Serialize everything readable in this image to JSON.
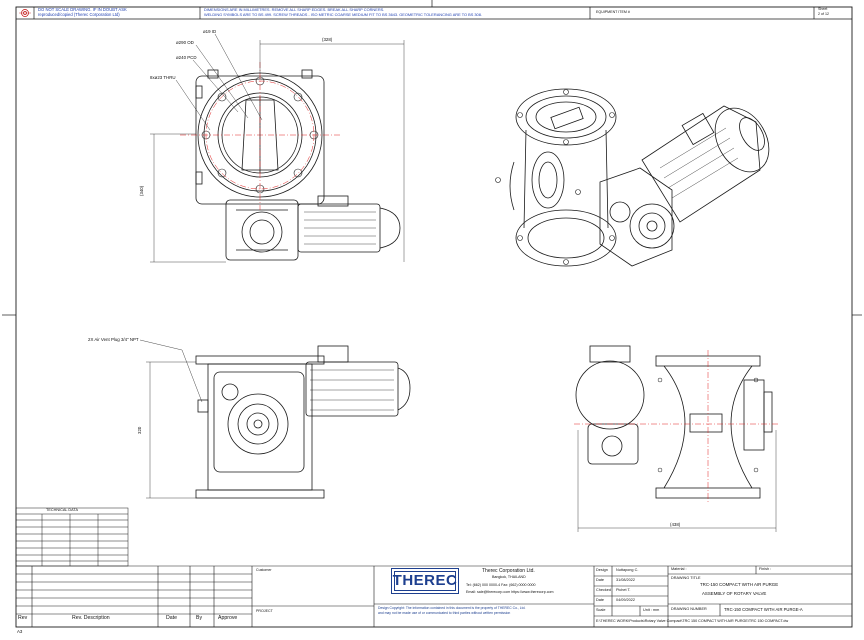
{
  "header": {
    "left_note_1": "DO NOT SCALE DRAWING. IF IN DOUBT ASK",
    "left_note_2": "reproduced/copied (Therec Corporation Ltd)",
    "center_note_1": "DIMENSIONS ARE IN MILLIMETRES. REMOVE ALL SHARP EDGES. BREAK ALL SHARP CORNERS.",
    "center_note_2": "WELDING SYMBOLS ARE TO BS 499. SCREW THREADS - ISO METRIC COARSE MEDIUM FIT TO BS 3643. GEOMETRIC TOLERANCING ARE TO BS 308.",
    "equipment_label": "EQUIPMENT ITEM #",
    "sheet_label": "Sheet",
    "sheet_value": "2 of 12"
  },
  "dimensions": {
    "phi_top": "ø19 ID",
    "phi_od": "ø290 OD",
    "phi_pcd": "ø240 PCD",
    "holes": "8xø23 THRU",
    "width_top": "(328)",
    "height_left": "(340)",
    "air_vent": "2X Air Vent Plug 3/4\" NPT",
    "height_front": "320",
    "width_side": "(438)"
  },
  "spec_table": {
    "title": "TECHNICAL DATA",
    "headers": [
      "",
      "",
      "",
      ""
    ],
    "rows": [
      [
        "",
        "",
        "",
        ""
      ],
      [
        "",
        "",
        "",
        ""
      ],
      [
        "",
        "",
        "",
        ""
      ],
      [
        "",
        "",
        "",
        ""
      ],
      [
        "",
        "",
        "",
        ""
      ],
      [
        "",
        "",
        "",
        ""
      ],
      [
        "",
        "",
        "",
        ""
      ]
    ]
  },
  "revision": {
    "rev_label": "Rev",
    "desc_label": "Rev. Description",
    "date_label": "Date",
    "by_label": "By",
    "approve_label": "Approve",
    "customer_label": "Customer",
    "project_label": "PROJECT"
  },
  "company": {
    "logo_text": "THEREC",
    "name": "Therec Corporation Ltd.",
    "city": "Bangkok, THAILAND",
    "tel": "Tel: (662) 000 0000-4  Fax: (662) 0000 0000",
    "email": "Email: sale@therecorp.com  https://www.therecorp.com",
    "copyright_1": "Design Copyright: The information contained in this document is the property of THEREC Co., Ltd.",
    "copyright_2": "and may not be made use of or communicated to third parties without written permission"
  },
  "title_block": {
    "design_label": "Design",
    "design_value": "Nuttapong C.",
    "date_label": "Date",
    "date_value": "31/08/2022",
    "checked_label": "Checked",
    "checked_value": "Pichet T.",
    "date2_label": "Date",
    "date2_value": "04/09/2022",
    "scale_label": "Scale",
    "unit_label": "Unit : mm",
    "material_label": "Material :",
    "finish_label": "Finish :",
    "drawing_title_label": "DRAWING TITLE",
    "drawing_title_1": "TRC-150 COMPACT WITH AIR PURGE",
    "drawing_title_2": "ASSEMBLY OF ROTARY VALVE",
    "drawing_number_label": "DRAWING NUMBER",
    "drawing_number": "TRC-150 COMPACT WITH AIR PURGE-A",
    "file_path": "E:\\THEREC WORK\\Products\\Rotary Valve Compact\\TRC 150 COMPACT WITH AIR PURGE\\TRC 150 COMPACT.dw",
    "paper_size": "A3"
  },
  "colors": {
    "line": "#1a1a1a",
    "centerline": "#e02020",
    "blue": "#1d3f8f",
    "header_text": "#1e3fb0"
  }
}
